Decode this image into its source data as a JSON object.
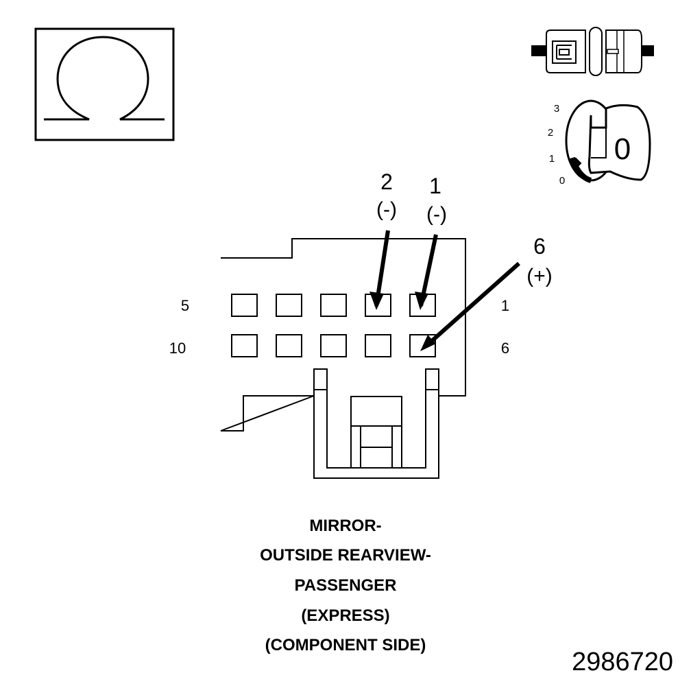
{
  "meter_symbol": {
    "label": "ohmmeter-symbol",
    "icon": "omega-icon"
  },
  "ignition": {
    "icon_connector": "disconnected-connector-icon",
    "icon_key": "ignition-key-icon",
    "position_labels": [
      "3",
      "2",
      "1",
      "0"
    ],
    "key_label": "0"
  },
  "connector": {
    "row_left_labels": [
      "5",
      "10"
    ],
    "row_right_labels": [
      "1",
      "6"
    ],
    "pin_callouts": [
      {
        "pin": "2",
        "polarity": "(-)"
      },
      {
        "pin": "1",
        "polarity": "(-)"
      },
      {
        "pin": "6",
        "polarity": "(+)"
      }
    ]
  },
  "caption": [
    "MIRROR-",
    "OUTSIDE REARVIEW-",
    "PASSENGER",
    "(EXPRESS)",
    "(COMPONENT SIDE)"
  ],
  "figure_id": "2986720"
}
